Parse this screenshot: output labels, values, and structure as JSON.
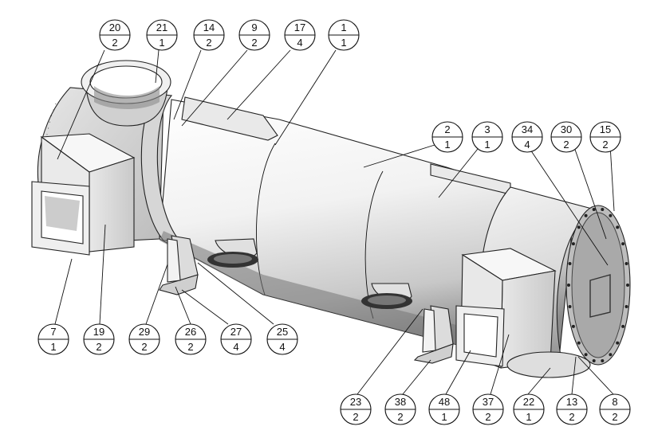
{
  "drawing": {
    "balloons": [
      {
        "item": "20",
        "qty": "2"
      },
      {
        "item": "21",
        "qty": "1"
      },
      {
        "item": "14",
        "qty": "2"
      },
      {
        "item": "9",
        "qty": "2"
      },
      {
        "item": "17",
        "qty": "4"
      },
      {
        "item": "1",
        "qty": "1"
      },
      {
        "item": "2",
        "qty": "1"
      },
      {
        "item": "3",
        "qty": "1"
      },
      {
        "item": "34",
        "qty": "4"
      },
      {
        "item": "30",
        "qty": "2"
      },
      {
        "item": "15",
        "qty": "2"
      },
      {
        "item": "7",
        "qty": "1"
      },
      {
        "item": "19",
        "qty": "2"
      },
      {
        "item": "29",
        "qty": "2"
      },
      {
        "item": "26",
        "qty": "2"
      },
      {
        "item": "27",
        "qty": "4"
      },
      {
        "item": "25",
        "qty": "4"
      },
      {
        "item": "23",
        "qty": "2"
      },
      {
        "item": "38",
        "qty": "2"
      },
      {
        "item": "48",
        "qty": "1"
      },
      {
        "item": "37",
        "qty": "2"
      },
      {
        "item": "22",
        "qty": "1"
      },
      {
        "item": "13",
        "qty": "2"
      },
      {
        "item": "8",
        "qty": "2"
      }
    ]
  }
}
